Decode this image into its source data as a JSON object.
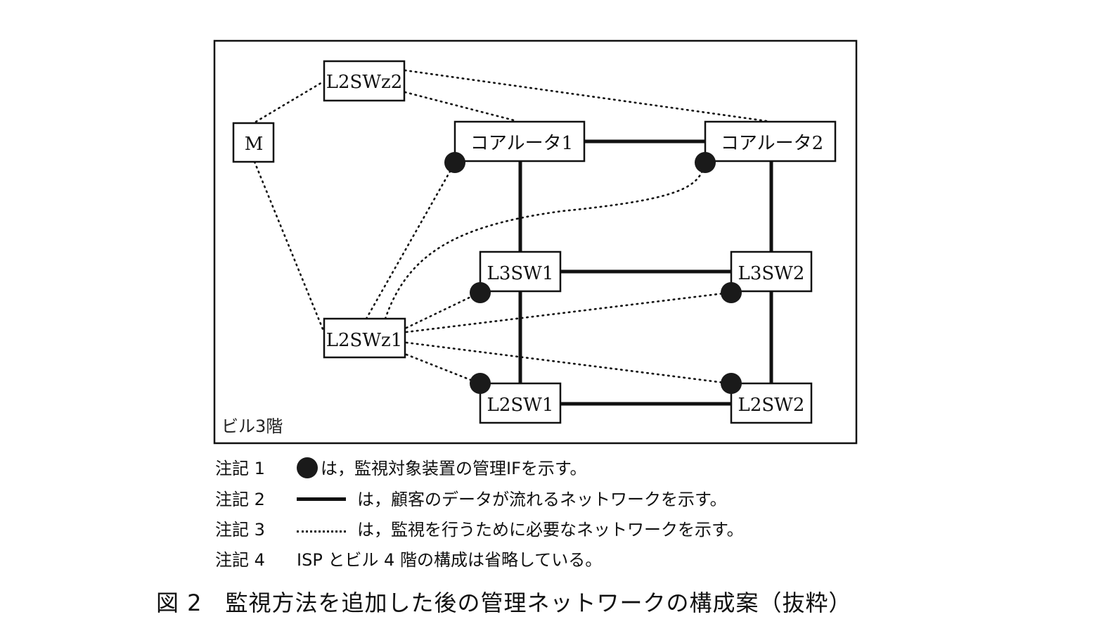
{
  "figure": {
    "floor_label": "ビル3階",
    "caption": "図 2　監視方法を追加した後の管理ネットワークの構成案（抜粋）"
  },
  "nodes": {
    "m": "M",
    "l2swz2": "L2SWz2",
    "l2swz1": "L2SWz1",
    "core1": "コアルータ1",
    "core2": "コアルータ2",
    "l3sw1": "L3SW1",
    "l3sw2": "L3SW2",
    "l2sw1": "L2SW1",
    "l2sw2": "L2SW2"
  },
  "links": {
    "solid": [
      [
        "core1",
        "core2"
      ],
      [
        "core1",
        "l3sw1"
      ],
      [
        "core2",
        "l3sw2"
      ],
      [
        "l3sw1",
        "l3sw2"
      ],
      [
        "l3sw1",
        "l2sw1"
      ],
      [
        "l3sw2",
        "l2sw2"
      ],
      [
        "l2sw1",
        "l2sw2"
      ]
    ],
    "dotted": [
      [
        "m",
        "l2swz2"
      ],
      [
        "m",
        "l2swz1"
      ],
      [
        "l2swz2",
        "core1"
      ],
      [
        "l2swz2",
        "core2"
      ],
      [
        "l2swz1",
        "core1-if"
      ],
      [
        "l2swz1",
        "core2-if"
      ],
      [
        "l2swz1",
        "l3sw1-if"
      ],
      [
        "l2swz1",
        "l3sw2-if"
      ],
      [
        "l2swz1",
        "l2sw1-if"
      ],
      [
        "l2swz1",
        "l2sw2-if"
      ]
    ]
  },
  "management_ifs": [
    "core1",
    "core2",
    "l3sw1",
    "l3sw2",
    "l2sw1",
    "l2sw2"
  ],
  "notes": [
    {
      "label": "注記 1",
      "symbol": "filled-circle",
      "text": "は，監視対象装置の管理IFを示す。"
    },
    {
      "label": "注記 2",
      "symbol": "solid-line",
      "text": "は，顧客のデータが流れるネットワークを示す。"
    },
    {
      "label": "注記 3",
      "symbol": "dotted-line",
      "text": "は，監視を行うために必要なネットワークを示す。"
    },
    {
      "label": "注記 4",
      "symbol": "",
      "text": "ISP とビル 4 階の構成は省略している。"
    }
  ]
}
